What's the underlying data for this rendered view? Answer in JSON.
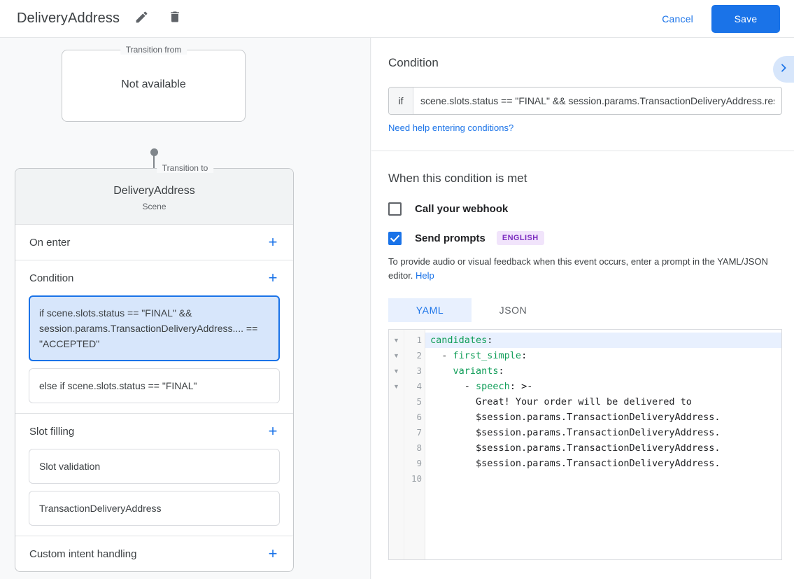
{
  "appbar": {
    "title": "DeliveryAddress",
    "edit_icon": "pencil-icon",
    "delete_icon": "trash-icon",
    "cancel_label": "Cancel",
    "save_label": "Save",
    "accent_color": "#1a73e8"
  },
  "left": {
    "transition_from": {
      "legend": "Transition from",
      "value": "Not available"
    },
    "transition_to": {
      "legend": "Transition to",
      "name": "DeliveryAddress",
      "type": "Scene"
    },
    "sections": [
      {
        "title": "On enter",
        "add_label": "+",
        "items": []
      },
      {
        "title": "Condition",
        "add_label": "+",
        "items": [
          {
            "text": "if scene.slots.status == \"FINAL\" && session.params.TransactionDeliveryAddress.... == \"ACCEPTED\"",
            "selected": true
          },
          {
            "text": "else if scene.slots.status == \"FINAL\"",
            "selected": false
          }
        ]
      },
      {
        "title": "Slot filling",
        "add_label": "+",
        "items": [
          {
            "text": "Slot validation",
            "selected": false
          },
          {
            "text": "TransactionDeliveryAddress",
            "selected": false
          }
        ]
      },
      {
        "title": "Custom intent handling",
        "add_label": "+",
        "items": []
      }
    ]
  },
  "right": {
    "condition": {
      "heading": "Condition",
      "if_label": "if",
      "value": "scene.slots.status == \"FINAL\" && session.params.TransactionDeliveryAddress.resolved.t",
      "help_link": "Need help entering conditions?",
      "expand_icon": "chevron-right-icon"
    },
    "when_met": {
      "heading": "When this condition is met",
      "webhook": {
        "label": "Call your webhook",
        "checked": false
      },
      "send_prompts": {
        "label": "Send prompts",
        "checked": true,
        "badge": "ENGLISH"
      },
      "hint_text": "To provide audio or visual feedback when this event occurs, enter a prompt in the YAML/JSON editor. ",
      "hint_link": "Help",
      "tabs": [
        {
          "label": "YAML",
          "active": true
        },
        {
          "label": "JSON",
          "active": false
        }
      ]
    },
    "editor": {
      "line_numbers": [
        "1",
        "2",
        "3",
        "4",
        "5",
        "6",
        "7",
        "8",
        "9",
        "10"
      ],
      "fold_rows": [
        true,
        true,
        true,
        true,
        false,
        false,
        false,
        false,
        false,
        false
      ],
      "fold_glyph": "▼",
      "lines": [
        {
          "n": 1,
          "key": "candidates",
          "colon": ":",
          "indent": "",
          "dash": "",
          "rest": "",
          "highlight": true
        },
        {
          "n": 2,
          "key": "first_simple",
          "colon": ":",
          "indent": "  ",
          "dash": "- ",
          "rest": "",
          "highlight": false
        },
        {
          "n": 3,
          "key": "variants",
          "colon": ":",
          "indent": "    ",
          "dash": "",
          "rest": "",
          "highlight": false
        },
        {
          "n": 4,
          "key": "speech",
          "colon": ":",
          "indent": "      ",
          "dash": "- ",
          "rest": " >-",
          "highlight": false
        },
        {
          "n": 5,
          "key": "",
          "colon": "",
          "indent": "        ",
          "dash": "",
          "rest": "Great! Your order will be delivered to",
          "highlight": false
        },
        {
          "n": 6,
          "key": "",
          "colon": "",
          "indent": "        ",
          "dash": "",
          "rest": "$session.params.TransactionDeliveryAddress.",
          "highlight": false
        },
        {
          "n": 7,
          "key": "",
          "colon": "",
          "indent": "        ",
          "dash": "",
          "rest": "$session.params.TransactionDeliveryAddress.",
          "highlight": false
        },
        {
          "n": 8,
          "key": "",
          "colon": "",
          "indent": "        ",
          "dash": "",
          "rest": "$session.params.TransactionDeliveryAddress.",
          "highlight": false
        },
        {
          "n": 9,
          "key": "",
          "colon": "",
          "indent": "        ",
          "dash": "",
          "rest": "$session.params.TransactionDeliveryAddress.",
          "highlight": false
        },
        {
          "n": 10,
          "key": "",
          "colon": "",
          "indent": "",
          "dash": "",
          "rest": "",
          "highlight": false
        }
      ],
      "syntax_colors": {
        "key": "#0f9d58",
        "text": "#202124",
        "highlight_bg": "#e8f0fe"
      }
    }
  }
}
